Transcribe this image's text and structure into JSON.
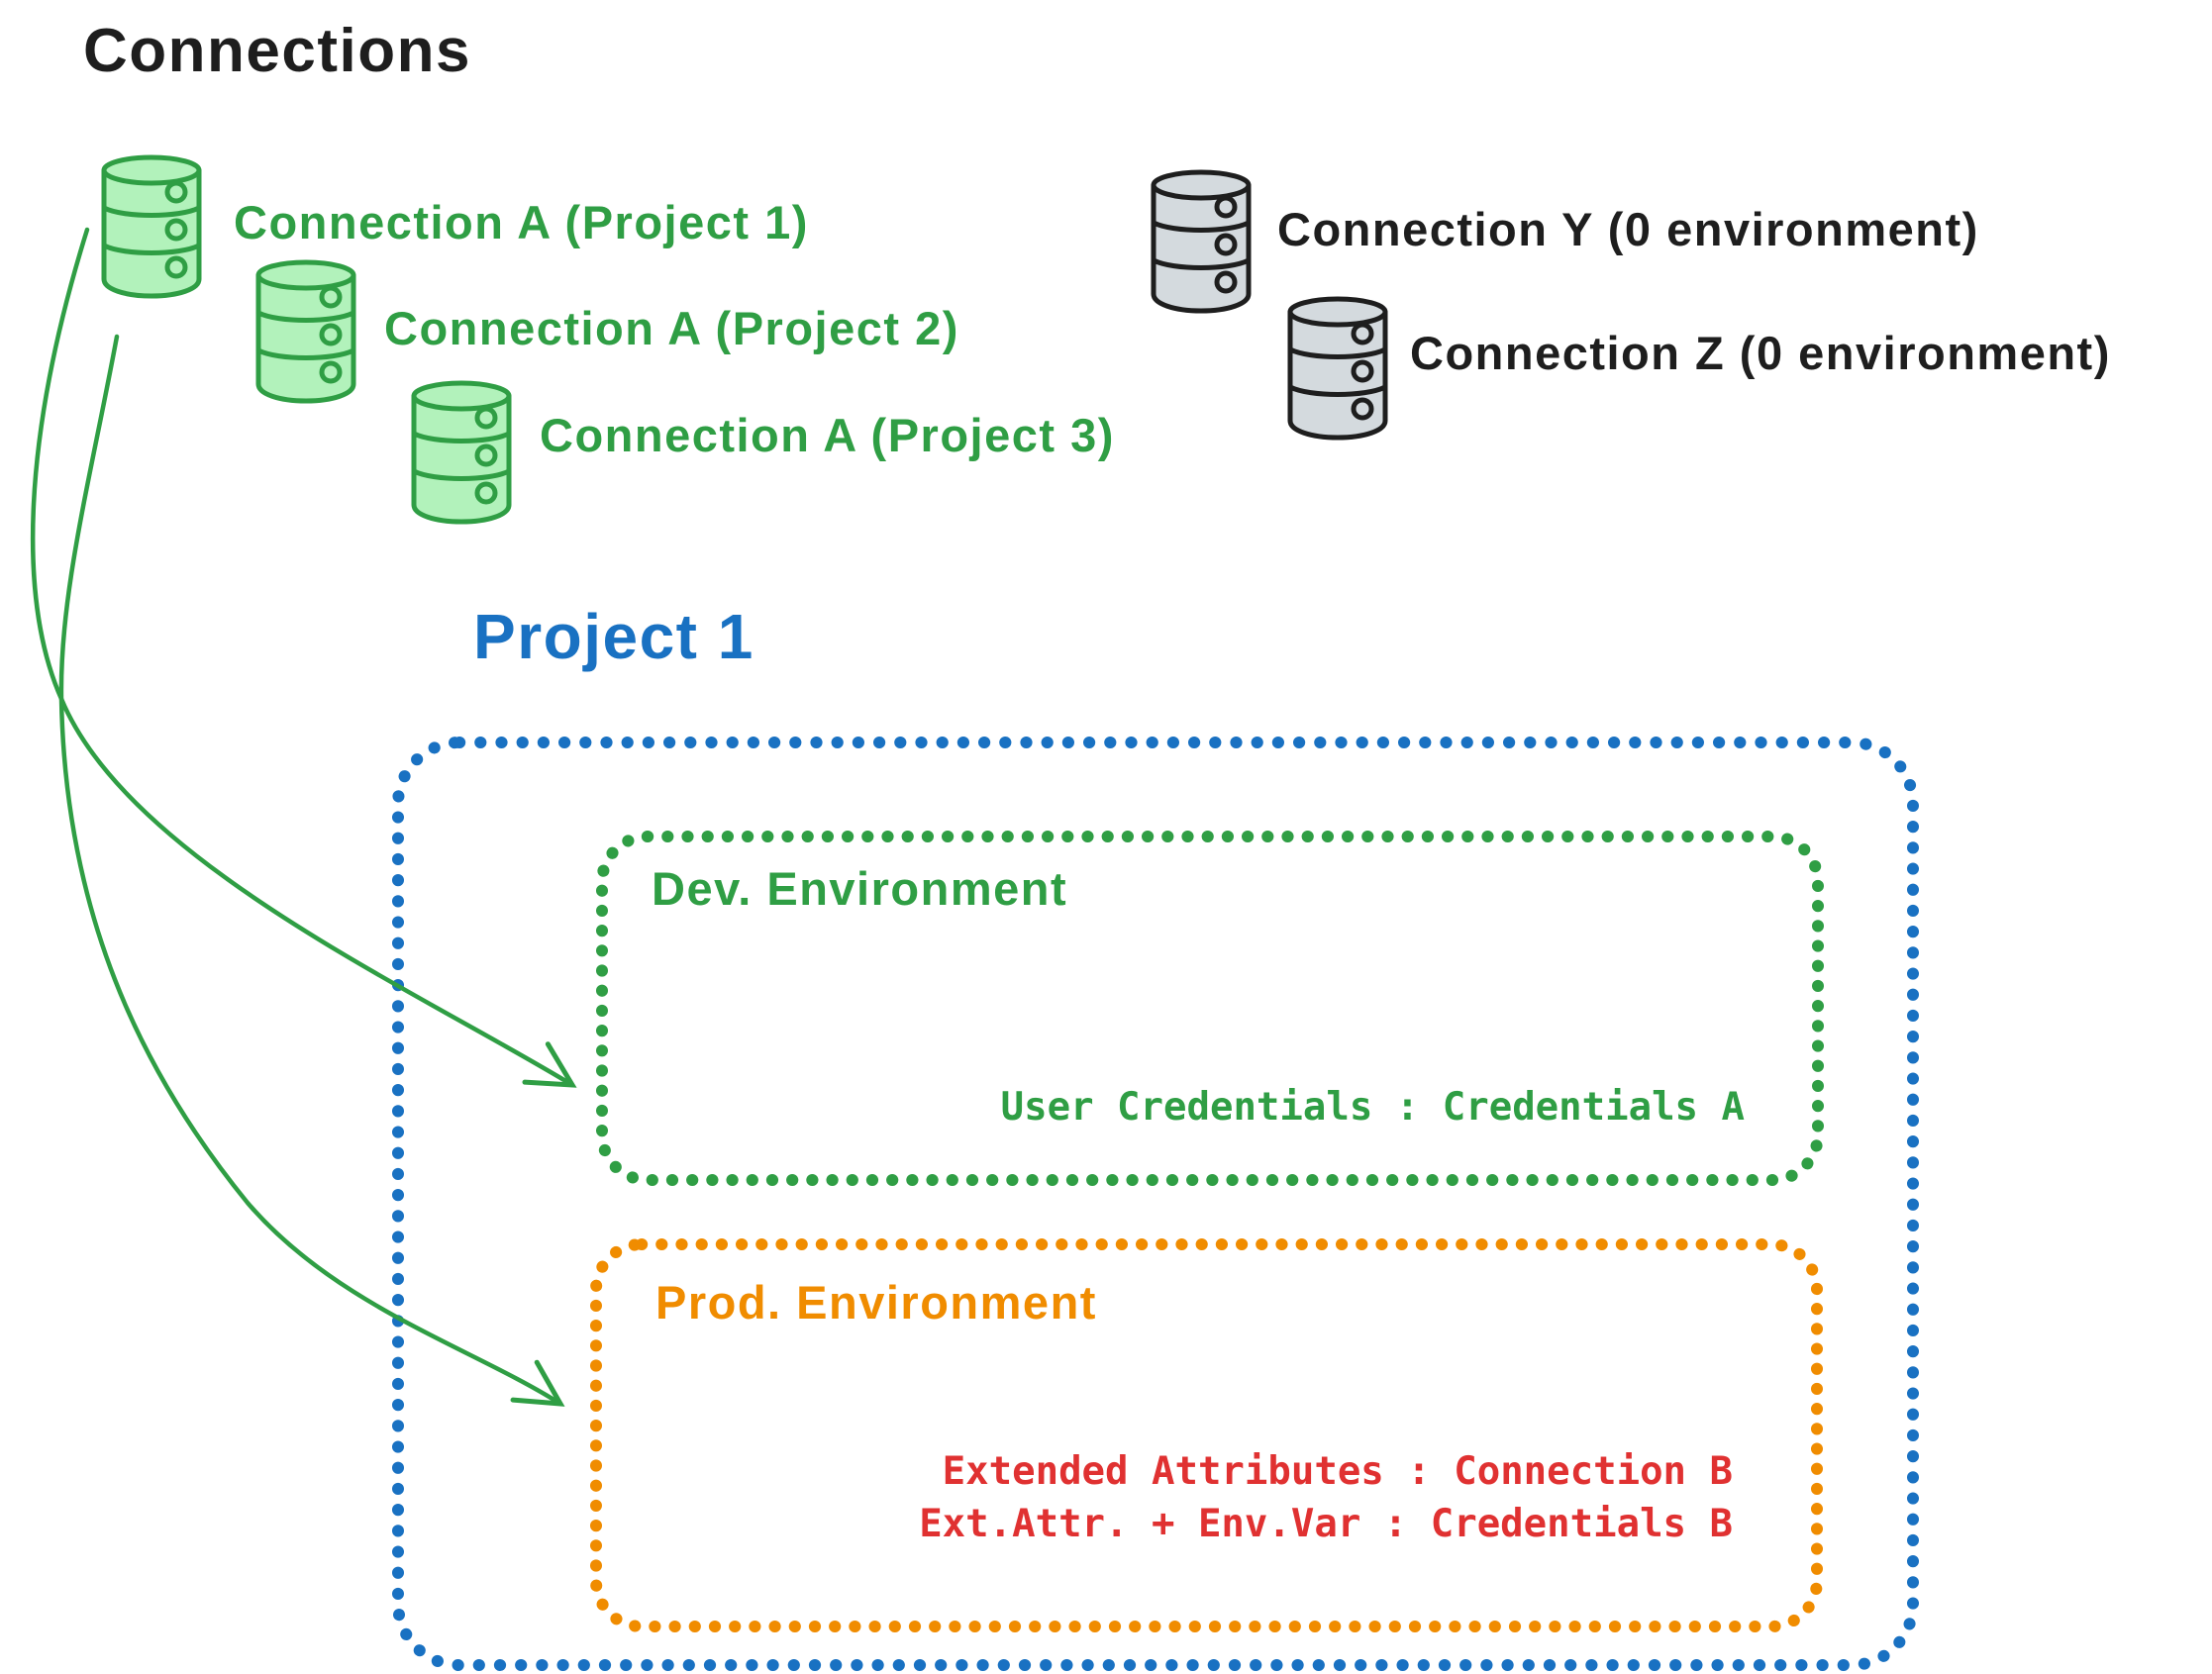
{
  "title": "Connections",
  "colors": {
    "green": "#2f9e44",
    "green_fill": "#b2f2bb",
    "blue": "#1971c2",
    "orange": "#f08c00",
    "orange_fill": "#ffec99",
    "red": "#e03131",
    "ink": "#1e1e1e",
    "gray_fill": "#d4dade"
  },
  "connection_groups": {
    "project_a": [
      {
        "label": "Connection A (Project 1)"
      },
      {
        "label": "Connection A (Project 2)"
      },
      {
        "label": "Connection A (Project 3)"
      }
    ],
    "unassigned": [
      {
        "label": "Connection Y (0 environment)"
      },
      {
        "label": "Connection Z (0 environment)"
      }
    ]
  },
  "project": {
    "title": "Project 1",
    "dev": {
      "title": "Dev. Environment",
      "credentials": "User Credentials : Credentials A"
    },
    "prod": {
      "title": "Prod. Environment",
      "line1": "Extended Attributes : Connection B",
      "line2": "Ext.Attr. + Env.Var : Credentials B"
    }
  }
}
